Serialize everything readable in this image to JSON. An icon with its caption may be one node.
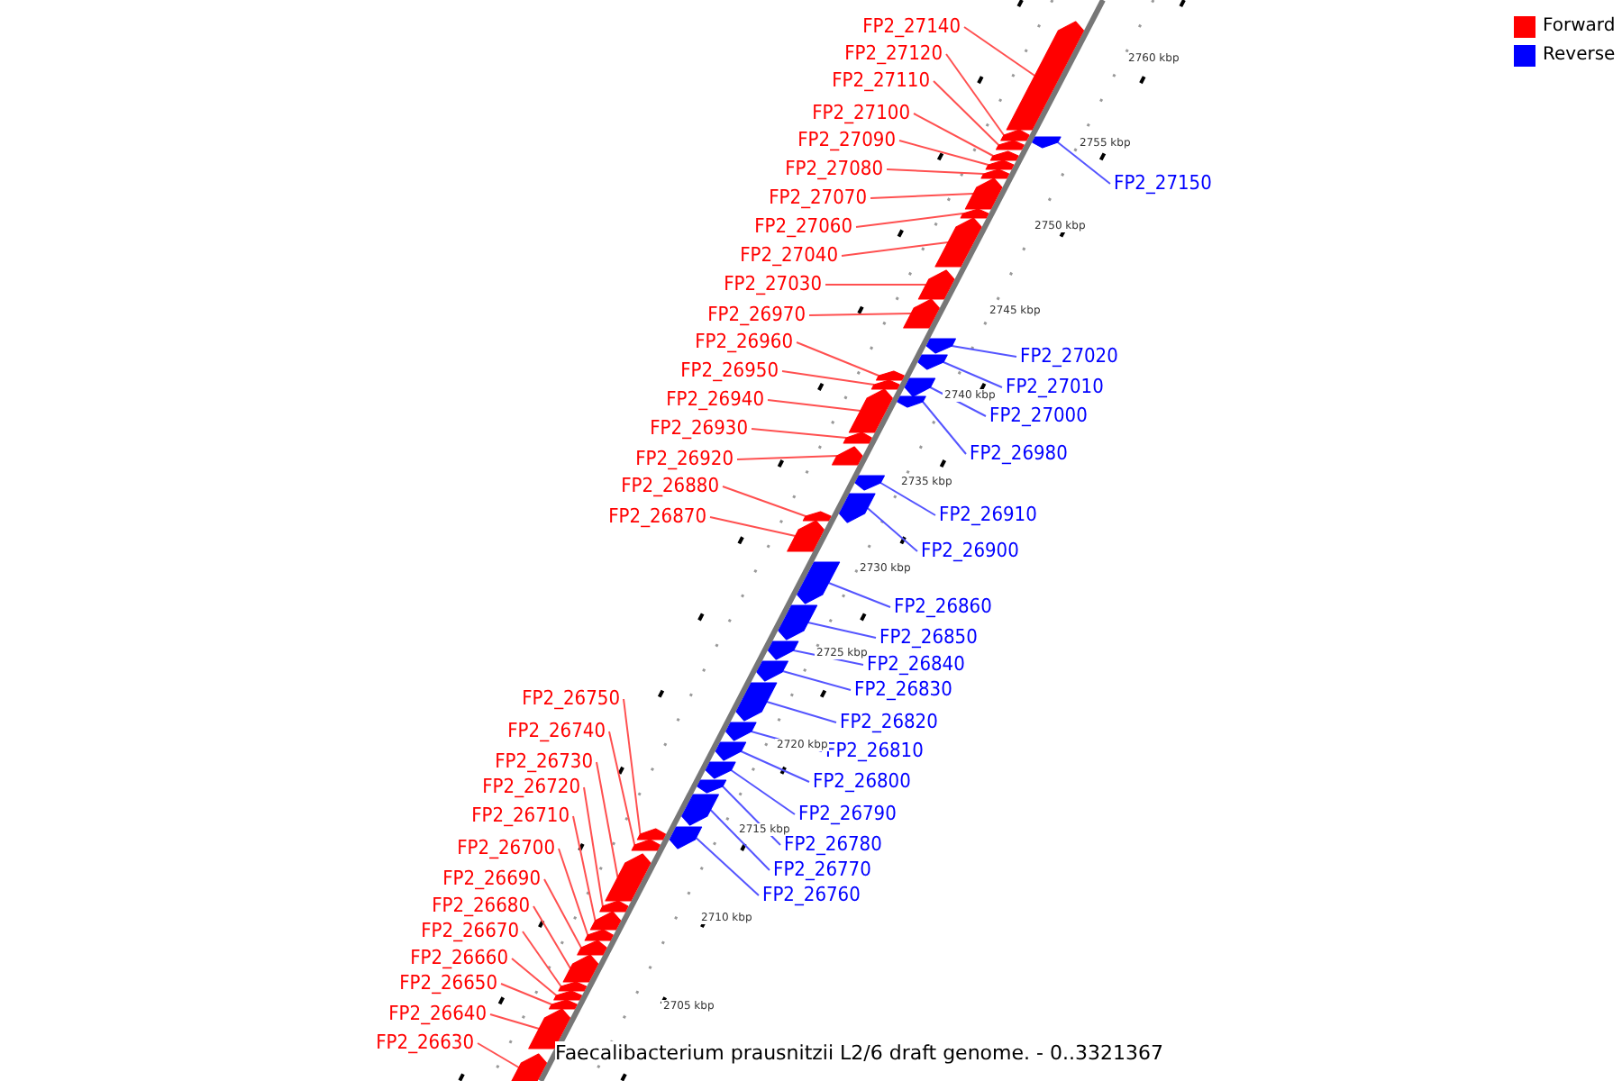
{
  "diagram": {
    "caption": "Faecalibacterium prausnitzii L2/6 draft genome. - 0..3321367",
    "nodes": [
      {
        "text": [
          "FP2_27140"
        ]
      },
      {
        "text": [],
        "shape": "arrow"
      },
      {
        "text": [
          "FP2_27120"
        ]
      },
      {
        "text": [],
        "shape": "arrow"
      },
      {
        "text": [
          "FP2_27110"
        ]
      },
      {
        "text": [],
        "shape": "arrow"
      },
      {
        "text": [
          "FP2_27100"
        ]
      },
      {
        "text": [],
        "shape": "arrow"
      },
      {
        "text": [
          "FP2_27090"
        ]
      },
      {
        "text": [],
        "shape": "arrow"
      },
      {
        "text": [
          "FP2_27080"
        ]
      },
      {
        "text": [],
        "shape": "arrow"
      },
      {
        "text": [
          "FP2_27070"
        ]
      },
      {
        "text": [],
        "shape": "arrow"
      },
      {
        "text": [
          "FP2_27060"
        ]
      },
      {
        "text": [],
        "shape": "arrow"
      },
      {
        "text": [
          "FP2_27040"
        ]
      },
      {
        "text": [],
        "shape": "arrow"
      },
      {
        "text": [
          "FP2_27030"
        ]
      },
      {
        "text": [],
        "shape": "arrow"
      },
      {
        "text": [
          "FP2_26970"
        ]
      },
      {
        "text": [],
        "shape": "arrow"
      },
      {
        "text": [
          "FP2_26960"
        ]
      },
      {
        "text": [],
        "shape": "arrow"
      },
      {
        "text": [
          "FP2_26950"
        ]
      },
      {
        "text": [],
        "shape": "arrow"
      },
      {
        "text": [
          "FP2_26940"
        ]
      },
      {
        "text": [],
        "shape": "arrow"
      },
      {
        "text": [
          "FP2_26930"
        ]
      },
      {
        "text": [],
        "shape": "arrow"
      },
      {
        "text": [
          "FP2_26920"
        ]
      },
      {
        "text": [],
        "shape": "arrow"
      },
      {
        "text": [
          "FP2_26880"
        ]
      },
      {
        "text": [],
        "shape": "arrow"
      },
      {
        "text": [
          "FP2_26870"
        ]
      },
      {
        "text": [],
        "shape": "arrow"
      },
      {
        "text": [
          "FP2_26750"
        ]
      },
      {
        "text": [],
        "shape": "arrow"
      },
      {
        "text": [
          "FP2_26740"
        ]
      },
      {
        "text": [],
        "shape": "arrow"
      },
      {
        "text": [
          "FP2_26730"
        ]
      },
      {
        "text": [],
        "shape": "arrow"
      },
      {
        "text": [
          "FP2_26720"
        ]
      },
      {
        "text": [],
        "shape": "arrow"
      },
      {
        "text": [
          "FP2_26710"
        ]
      },
      {
        "text": [],
        "shape": "arrow"
      },
      {
        "text": [
          "FP2_26700"
        ]
      },
      {
        "text": [],
        "shape": "arrow"
      },
      {
        "text": [
          "FP2_26690"
        ]
      },
      {
        "text": [],
        "shape": "arrow"
      },
      {
        "text": [
          "FP2_26680"
        ]
      },
      {
        "text": [],
        "shape": "arrow"
      },
      {
        "text": [
          "FP2_26670"
        ]
      },
      {
        "text": [],
        "shape": "arrow"
      },
      {
        "text": [
          "FP2_26660"
        ]
      },
      {
        "text": [],
        "shape": "arrow"
      },
      {
        "text": [
          "FP2_26650"
        ]
      },
      {
        "text": [],
        "shape": "arrow"
      },
      {
        "text": [
          "FP2_26640"
        ]
      },
      {
        "text": [],
        "shape": "arrow"
      },
      {
        "text": [
          "FP2_26630"
        ]
      },
      {
        "text": [],
        "shape": "arrow"
      },
      {
        "text": [
          "FP2_27150"
        ]
      },
      {
        "text": [],
        "shape": "arrow"
      },
      {
        "text": [
          "FP2_27020"
        ]
      },
      {
        "text": [],
        "shape": "arrow"
      },
      {
        "text": [
          "FP2_27010"
        ]
      },
      {
        "text": [],
        "shape": "arrow"
      },
      {
        "text": [
          "FP2_27000"
        ]
      },
      {
        "text": [],
        "shape": "arrow"
      },
      {
        "text": [
          "FP2_26980"
        ]
      },
      {
        "text": [],
        "shape": "arrow"
      },
      {
        "text": [
          "FP2_26910"
        ]
      },
      {
        "text": [],
        "shape": "arrow"
      },
      {
        "text": [
          "FP2_26900"
        ]
      },
      {
        "text": [],
        "shape": "arrow"
      },
      {
        "text": [
          "FP2_26860"
        ]
      },
      {
        "text": [],
        "shape": "arrow"
      },
      {
        "text": [
          "FP2_26850"
        ]
      },
      {
        "text": [],
        "shape": "arrow"
      },
      {
        "text": [
          "FP2_26840"
        ]
      },
      {
        "text": [],
        "shape": "arrow"
      },
      {
        "text": [
          "FP2_26830"
        ]
      },
      {
        "text": [],
        "shape": "arrow"
      },
      {
        "text": [
          "FP2_26820"
        ]
      },
      {
        "text": [],
        "shape": "arrow"
      },
      {
        "text": [
          "FP2_26810"
        ]
      },
      {
        "text": [],
        "shape": "arrow"
      },
      {
        "text": [
          "FP2_26800"
        ]
      },
      {
        "text": [],
        "shape": "arrow"
      },
      {
        "text": [
          "FP2_26790"
        ]
      },
      {
        "text": [],
        "shape": "arrow"
      },
      {
        "text": [
          "FP2_26780"
        ]
      },
      {
        "text": [],
        "shape": "arrow"
      },
      {
        "text": [
          "FP2_26770"
        ]
      },
      {
        "text": [],
        "shape": "arrow"
      },
      {
        "text": [
          "FP2_26760"
        ]
      },
      {
        "text": [],
        "shape": "arrow"
      }
    ],
    "edges": [
      {
        "from": 0,
        "to": 1,
        "arrow": "none"
      },
      {
        "from": 2,
        "to": 3,
        "arrow": "none"
      },
      {
        "from": 4,
        "to": 5,
        "arrow": "none"
      },
      {
        "from": 6,
        "to": 7,
        "arrow": "none"
      },
      {
        "from": 8,
        "to": 9,
        "arrow": "none"
      },
      {
        "from": 10,
        "to": 11,
        "arrow": "none"
      },
      {
        "from": 12,
        "to": 13,
        "arrow": "none"
      },
      {
        "from": 14,
        "to": 15,
        "arrow": "none"
      },
      {
        "from": 16,
        "to": 17,
        "arrow": "none"
      },
      {
        "from": 18,
        "to": 19,
        "arrow": "none"
      },
      {
        "from": 20,
        "to": 21,
        "arrow": "none"
      },
      {
        "from": 22,
        "to": 23,
        "arrow": "none"
      },
      {
        "from": 24,
        "to": 25,
        "arrow": "none"
      },
      {
        "from": 26,
        "to": 27,
        "arrow": "none"
      },
      {
        "from": 28,
        "to": 29,
        "arrow": "none"
      },
      {
        "from": 30,
        "to": 31,
        "arrow": "none"
      },
      {
        "from": 32,
        "to": 33,
        "arrow": "none"
      },
      {
        "from": 34,
        "to": 35,
        "arrow": "none"
      },
      {
        "from": 36,
        "to": 37,
        "arrow": "none"
      },
      {
        "from": 38,
        "to": 39,
        "arrow": "none"
      },
      {
        "from": 40,
        "to": 41,
        "arrow": "none"
      },
      {
        "from": 42,
        "to": 43,
        "arrow": "none"
      },
      {
        "from": 44,
        "to": 45,
        "arrow": "none"
      },
      {
        "from": 46,
        "to": 47,
        "arrow": "none"
      },
      {
        "from": 48,
        "to": 49,
        "arrow": "none"
      },
      {
        "from": 50,
        "to": 51,
        "arrow": "none"
      },
      {
        "from": 52,
        "to": 53,
        "arrow": "none"
      },
      {
        "from": 54,
        "to": 55,
        "arrow": "none"
      },
      {
        "from": 56,
        "to": 57,
        "arrow": "none"
      },
      {
        "from": 58,
        "to": 59,
        "arrow": "none"
      },
      {
        "from": 60,
        "to": 61,
        "arrow": "none"
      },
      {
        "from": 62,
        "to": 63,
        "arrow": "none",
        "color": "#5555ff"
      },
      {
        "from": 64,
        "to": 65,
        "arrow": "none",
        "color": "#5555ff"
      },
      {
        "from": 66,
        "to": 67,
        "arrow": "none",
        "color": "#5555ff"
      },
      {
        "from": 68,
        "to": 69,
        "arrow": "none",
        "color": "#5555ff"
      },
      {
        "from": 70,
        "to": 71,
        "arrow": "none",
        "color": "#5555ff"
      },
      {
        "from": 72,
        "to": 73,
        "arrow": "none",
        "color": "#5555ff"
      },
      {
        "from": 74,
        "to": 75,
        "arrow": "none",
        "color": "#5555ff"
      },
      {
        "from": 76,
        "to": 77,
        "arrow": "none",
        "color": "#5555ff"
      },
      {
        "from": 78,
        "to": 79,
        "arrow": "none",
        "color": "#5555ff"
      },
      {
        "from": 80,
        "to": 81,
        "arrow": "none",
        "color": "#5555ff"
      },
      {
        "from": 82,
        "to": 83,
        "arrow": "none",
        "color": "#5555ff"
      },
      {
        "from": 84,
        "to": 85,
        "arrow": "none",
        "color": "#5555ff"
      },
      {
        "from": 86,
        "to": 87,
        "arrow": "none",
        "color": "#5555ff"
      },
      {
        "from": 88,
        "to": 89,
        "arrow": "none",
        "color": "#5555ff"
      },
      {
        "from": 90,
        "to": 91,
        "arrow": "none",
        "color": "#5555ff"
      },
      {
        "from": 92,
        "to": 93,
        "arrow": "none",
        "color": "#5555ff"
      },
      {
        "from": 94,
        "to": 95,
        "arrow": "none",
        "color": "#5555ff"
      },
      {
        "from": 96,
        "to": 97,
        "arrow": "none",
        "color": "#5555ff"
      }
    ],
    "labels": [
      "2760 kbp",
      "2755 kbp",
      "2750 kbp",
      "2745 kbp",
      "2740 kbp",
      "2735 kbp",
      "2730 kbp",
      "2725 kbp",
      "2720 kbp",
      "2715 kbp",
      "2710 kbp",
      "2705 kbp"
    ],
    "legend": [
      {
        "text": "Forward",
        "color": "#ff0000"
      },
      {
        "text": "Reverse",
        "color": "#0000ff"
      }
    ]
  }
}
